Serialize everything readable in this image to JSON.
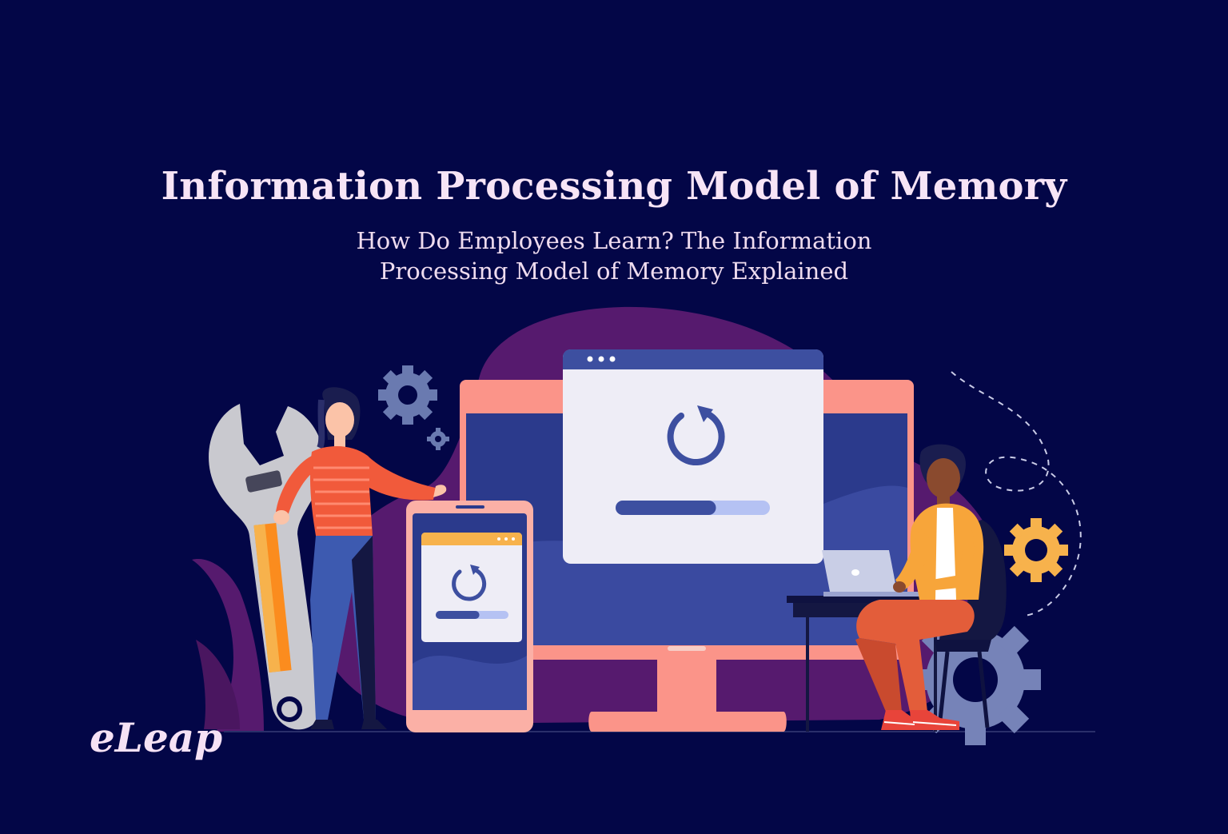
{
  "title": "Information Processing Model of Memory",
  "subtitle": {
    "line1": "How Do Employees Learn? The Information",
    "line2": "Processing Model of Memory Explained"
  },
  "logo": "eLeap",
  "illustration": {
    "desktop_loading_progress": 0.65,
    "phone_loading_progress": 0.6
  },
  "icons": [
    "wrench-icon",
    "gear-icon",
    "refresh-icon",
    "laptop-icon"
  ],
  "colors": {
    "background": "#030647",
    "title": "#f7e4f6",
    "blob": "#561a6e",
    "coral": "#fb9489",
    "screen": "#2b3a8c",
    "gear_blue": "#7683b8",
    "gear_orange": "#f7b24c"
  }
}
